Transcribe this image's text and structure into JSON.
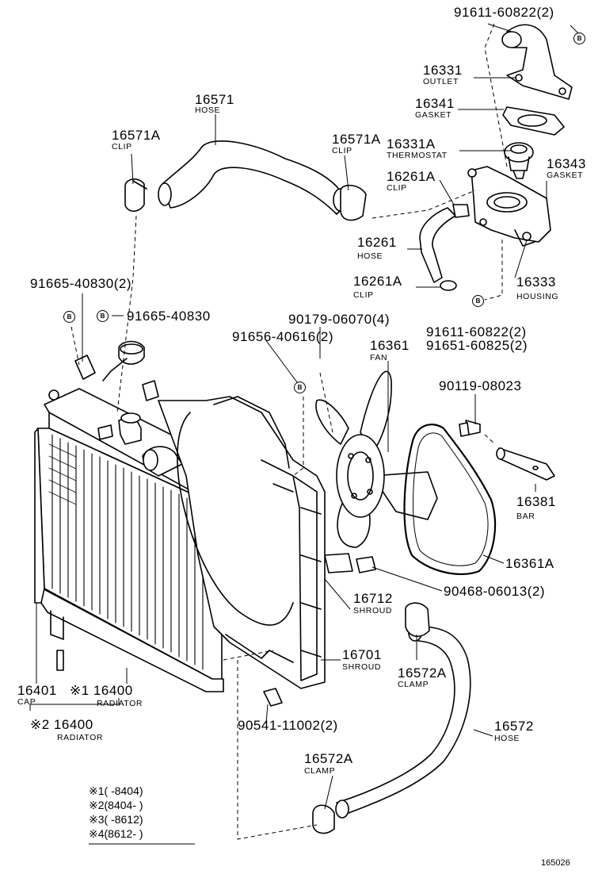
{
  "callouts": [
    {
      "id": "p91611_top",
      "number": "91611-60822(2)",
      "name": ""
    },
    {
      "id": "p16331",
      "number": "16331",
      "name": "OUTLET"
    },
    {
      "id": "p16341",
      "number": "16341",
      "name": "GASKET"
    },
    {
      "id": "p16571",
      "number": "16571",
      "name": "HOSE"
    },
    {
      "id": "p16571a_l",
      "number": "16571A",
      "name": "CLIP"
    },
    {
      "id": "p16571a_r",
      "number": "16571A",
      "name": "CLIP"
    },
    {
      "id": "p16331a",
      "number": "16331A",
      "name": "THERMOSTAT"
    },
    {
      "id": "p16343",
      "number": "16343",
      "name": "GASKET"
    },
    {
      "id": "p16261a_u",
      "number": "16261A",
      "name": "CLIP"
    },
    {
      "id": "p16261",
      "number": "16261",
      "name": "HOSE"
    },
    {
      "id": "p16261a_l",
      "number": "16261A",
      "name": "CLIP"
    },
    {
      "id": "p16333",
      "number": "16333",
      "name": "HOUSING"
    },
    {
      "id": "p91665_a",
      "number": "91665-40830(2)",
      "name": ""
    },
    {
      "id": "p91665_b",
      "number": "91665-40830",
      "name": ""
    },
    {
      "id": "p90179",
      "number": "90179-06070(4)",
      "name": ""
    },
    {
      "id": "p91656",
      "number": "91656-40616(2)",
      "name": ""
    },
    {
      "id": "p91611_b",
      "number": "91611-60822(2)",
      "name": ""
    },
    {
      "id": "p91651",
      "number": "91651-60825(2)",
      "name": ""
    },
    {
      "id": "p16361",
      "number": "16361",
      "name": "FAN"
    },
    {
      "id": "p90119",
      "number": "90119-08023",
      "name": ""
    },
    {
      "id": "p16381",
      "number": "16381",
      "name": "BAR"
    },
    {
      "id": "p16361a",
      "number": "16361A",
      "name": ""
    },
    {
      "id": "p90468",
      "number": "90468-06013(2)",
      "name": ""
    },
    {
      "id": "p16712",
      "number": "16712",
      "name": "SHROUD"
    },
    {
      "id": "p16701",
      "number": "16701",
      "name": "SHROUD"
    },
    {
      "id": "p16572a_u",
      "number": "16572A",
      "name": "CLAMP"
    },
    {
      "id": "p16401",
      "number": "16401",
      "name": "CAP"
    },
    {
      "id": "p16400_1",
      "number": "※1 16400",
      "name": "RADIATOR"
    },
    {
      "id": "p16400_2",
      "number": "※2 16400",
      "name": "RADIATOR"
    },
    {
      "id": "p90541",
      "number": "90541-11002(2)",
      "name": ""
    },
    {
      "id": "p16572",
      "number": "16572",
      "name": "HOSE"
    },
    {
      "id": "p16572a_l",
      "number": "16572A",
      "name": "CLAMP"
    }
  ],
  "bolt_marker": "B",
  "notes": [
    "※1(      -8404)",
    "※2(8404-      )",
    "※3(      -8612)",
    "※4(8612-      )"
  ],
  "figure_number": "165026"
}
